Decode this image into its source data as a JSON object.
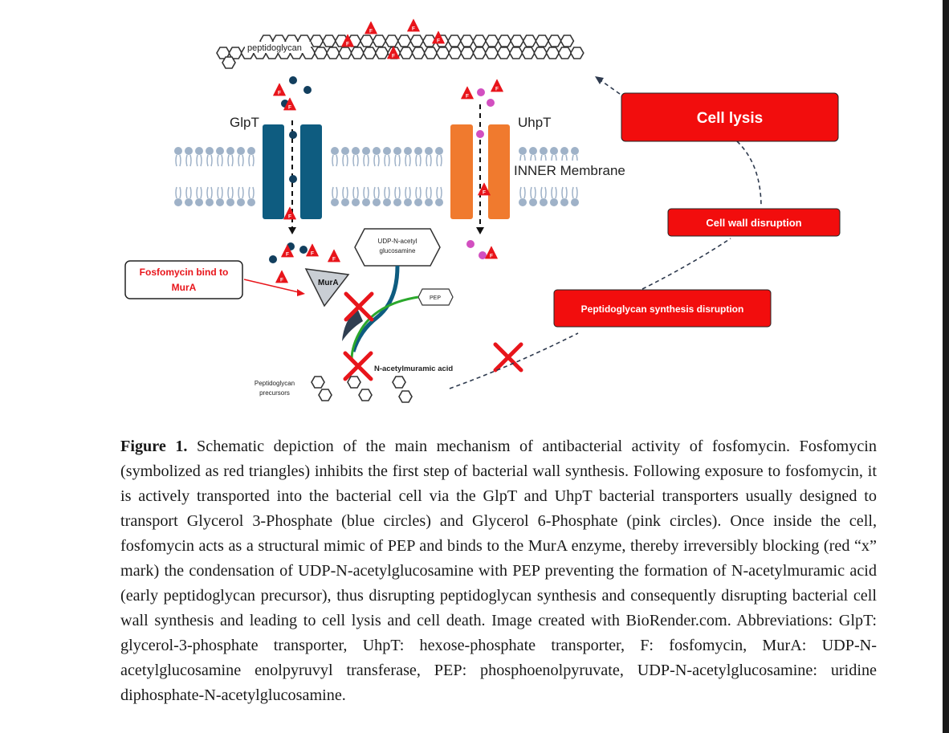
{
  "figure": {
    "labels": {
      "peptidoglycan": "peptidoglycan",
      "glpt": "GlpT",
      "uhpt": "UhpT",
      "inner_membrane": "INNER Membrane",
      "udp_box_line1": "UDP-N-acetyl",
      "udp_box_line2": "glucosamine",
      "pep": "PEP",
      "mura": "MurA",
      "nam": "N-acetylmuramic acid",
      "precursors_line1": "Peptidoglycan",
      "precursors_line2": "precursors",
      "fosfo_bind_line1": "Fosfomycin bind to",
      "fosfo_bind_line2": "MurA"
    },
    "boxes": {
      "cell_lysis": "Cell lysis",
      "cell_wall_disruption": "Cell wall disruption",
      "pg_synthesis_disruption": "Peptidoglycan synthesis disruption"
    },
    "colors": {
      "fosfomycin": "#e8151b",
      "glycerol_3_phosphate": "#123f5e",
      "glucose_6_phosphate": "#d24fc0",
      "glpt_transporter": "#0e5c80",
      "uhpt_transporter": "#f07a2e",
      "membrane": "#9fb2c8",
      "box_red": "#f20d0d",
      "pathway_green": "#2ba82c"
    }
  },
  "caption": {
    "label": "Figure 1.",
    "text": "Schematic depiction of the main mechanism of antibacterial activity of fosfomycin. Fosfomycin (symbolized as red triangles) inhibits the first step of bacterial wall synthesis. Following exposure to fosfomycin, it is actively transported into the bacterial cell via the GlpT and UhpT bacterial transporters usually designed to transport Glycerol 3-Phosphate (blue circles) and Glycerol 6-Phosphate (pink circles). Once inside the cell, fosfomycin acts as a structural mimic of PEP and binds to the MurA enzyme, thereby irreversibly blocking (red “x” mark) the condensation of UDP-N-acetylglucosamine with PEP preventing the formation of N-acetylmuramic acid (early peptidoglycan precursor), thus disrupting peptidoglycan synthesis and consequently disrupting bacterial cell wall synthesis and leading to cell lysis and cell death. Image created with BioRender.com. Abbreviations: GlpT: glycerol-3-phosphate transporter, UhpT: hexose-phosphate transporter, F: fosfomycin, MurA: UDP-N-acetylglucosamine enolpyruvyl transferase, PEP: phosphoenolpyruvate, UDP-N-acetylglucosamine: uridine diphosphate-N-acetylglucosamine."
  }
}
